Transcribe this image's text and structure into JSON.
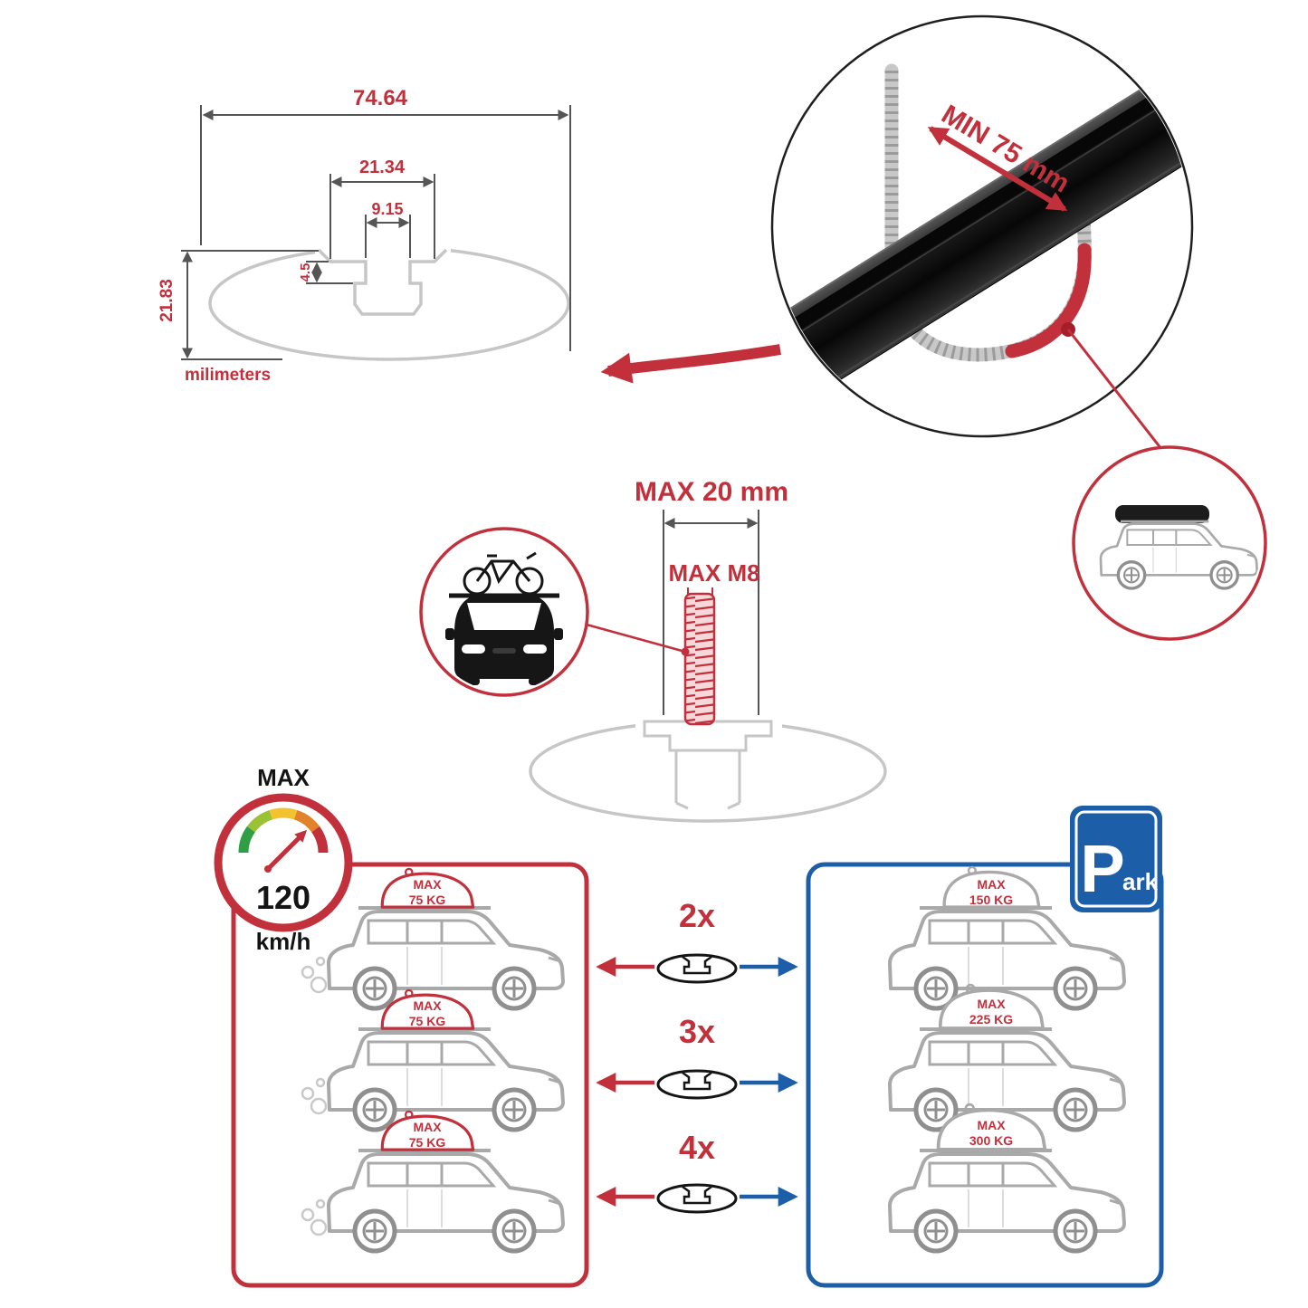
{
  "palette": {
    "red": "#c2303c",
    "blue": "#1c5fa8",
    "gray": "#c6c6c6",
    "dark": "#1a1a1a"
  },
  "dimensions_diagram": {
    "total_width": "74.64",
    "channel_outer_width": "21.34",
    "slot_width": "9.15",
    "slot_depth": "4.5",
    "total_height": "21.83",
    "units": "milimeters"
  },
  "clamp_diagram": {
    "min_span": "MIN 75 mm"
  },
  "bolt_diagram": {
    "max_depth": "MAX 20 mm",
    "max_thread": "MAX M8"
  },
  "speed_limit": {
    "label": "MAX",
    "value": "120",
    "units": "km/h"
  },
  "parking_sign": {
    "letter": "P",
    "suffix": "ark"
  },
  "capacity_left": {
    "cars": [
      {
        "line1": "MAX",
        "line2": "75 KG"
      },
      {
        "line1": "MAX",
        "line2": "75 KG"
      },
      {
        "line1": "MAX",
        "line2": "75 KG"
      }
    ]
  },
  "multipliers": [
    {
      "label": "2x"
    },
    {
      "label": "3x"
    },
    {
      "label": "4x"
    }
  ],
  "capacity_right": {
    "cars": [
      {
        "line1": "MAX",
        "line2": "150 KG"
      },
      {
        "line1": "MAX",
        "line2": "225 KG"
      },
      {
        "line1": "MAX",
        "line2": "300 KG"
      }
    ]
  }
}
